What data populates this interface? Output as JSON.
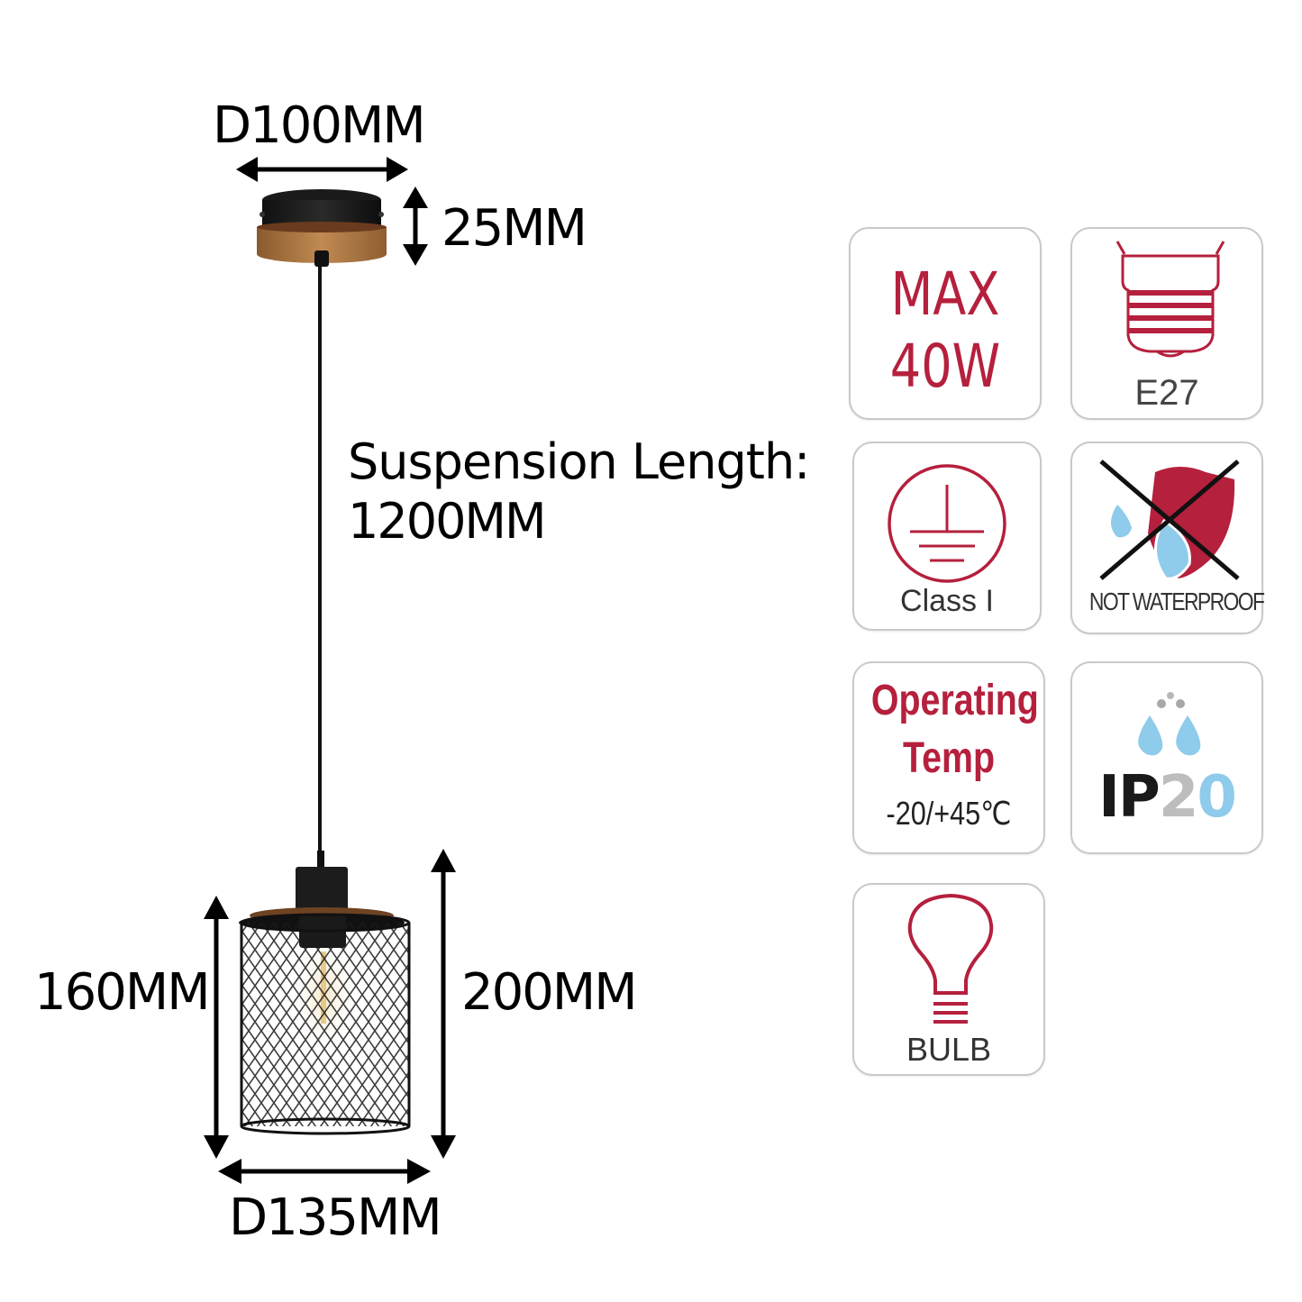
{
  "diagram": {
    "subject": "Pendant light with mesh cage shade and wood ceiling canopy",
    "dimensions": {
      "canopy_diameter": "D100MM",
      "canopy_height": "25MM",
      "suspension_label": "Suspension Length:",
      "suspension_value": "1200MM",
      "shade_height": "160MM",
      "total_shade_height": "200MM",
      "shade_diameter": "D135MM"
    }
  },
  "spec_icons": [
    {
      "id": "max-wattage",
      "line1": "MAX",
      "line2": "40W"
    },
    {
      "id": "socket",
      "label": "E27"
    },
    {
      "id": "safety-class",
      "label": "Class I"
    },
    {
      "id": "waterproof",
      "label": "NOT WATERPROOF"
    },
    {
      "id": "operating-temp",
      "line1": "Operating",
      "line2": "Temp",
      "range": "-20/+45℃"
    },
    {
      "id": "ip-rating",
      "ip": "IP",
      "digit1": "2",
      "digit2": "0"
    },
    {
      "id": "bulb",
      "label": "BULB"
    }
  ],
  "colors": {
    "accent_red": "#b5203d",
    "water_blue": "#8fcbea",
    "ip_gray": "#bdbdbd",
    "tile_border": "#c9c9c9",
    "wood": "#b07a45"
  }
}
